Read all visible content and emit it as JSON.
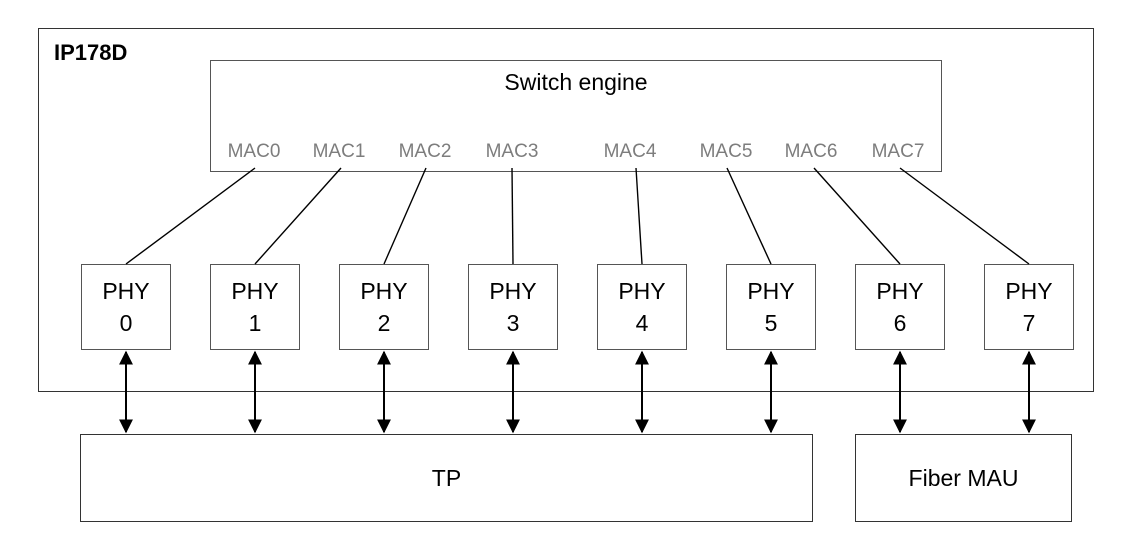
{
  "chip": {
    "title": "IP178D"
  },
  "engine": {
    "title": "Switch engine",
    "macs": [
      "MAC0",
      "MAC1",
      "MAC2",
      "MAC3",
      "MAC4",
      "MAC5",
      "MAC6",
      "MAC7"
    ]
  },
  "phys": [
    {
      "label": "PHY",
      "index": "0"
    },
    {
      "label": "PHY",
      "index": "1"
    },
    {
      "label": "PHY",
      "index": "2"
    },
    {
      "label": "PHY",
      "index": "3"
    },
    {
      "label": "PHY",
      "index": "4"
    },
    {
      "label": "PHY",
      "index": "5"
    },
    {
      "label": "PHY",
      "index": "6"
    },
    {
      "label": "PHY",
      "index": "7"
    }
  ],
  "tp": {
    "label": "TP"
  },
  "fiber": {
    "label": "Fiber MAU"
  }
}
